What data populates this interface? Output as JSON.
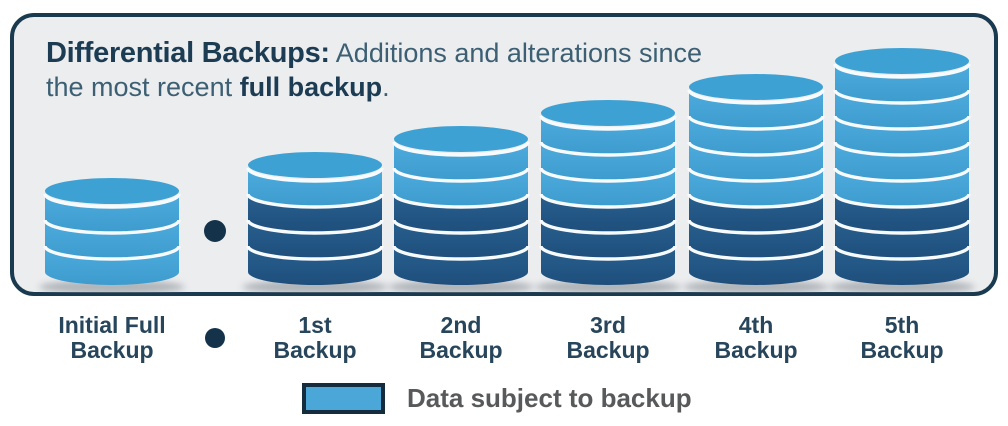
{
  "header": {
    "title_bold": "Differential Backups:",
    "title_rest": "Additions and alterations since",
    "line2_prefix": "the most recent ",
    "line2_bold": "full backup",
    "line2_suffix": "."
  },
  "stacks": [
    {
      "label_lines": [
        "Initial Full",
        "Backup"
      ],
      "light_disks": 3,
      "dark_disks": 0
    },
    {
      "label_lines": [
        "1st",
        "Backup"
      ],
      "light_disks": 1,
      "dark_disks": 3
    },
    {
      "label_lines": [
        "2nd",
        "Backup"
      ],
      "light_disks": 2,
      "dark_disks": 3
    },
    {
      "label_lines": [
        "3rd",
        "Backup"
      ],
      "light_disks": 3,
      "dark_disks": 3
    },
    {
      "label_lines": [
        "4th",
        "Backup"
      ],
      "light_disks": 4,
      "dark_disks": 3
    },
    {
      "label_lines": [
        "5th",
        "Backup"
      ],
      "light_disks": 5,
      "dark_disks": 3
    }
  ],
  "legend": {
    "label": "Data subject to backup"
  },
  "colors": {
    "light_blue_disk": "#45a6d8",
    "dark_blue_disk": "#23568a",
    "panel_background": "#ecedef",
    "panel_border": "#1a3a50",
    "title_bold_text": "#1c3c53",
    "title_regular_text": "#3c5f73",
    "label_text": "#27465c",
    "legend_text": "#58595b",
    "separator_dot": "#14334a",
    "disk_separator": "#f8fbfd"
  }
}
